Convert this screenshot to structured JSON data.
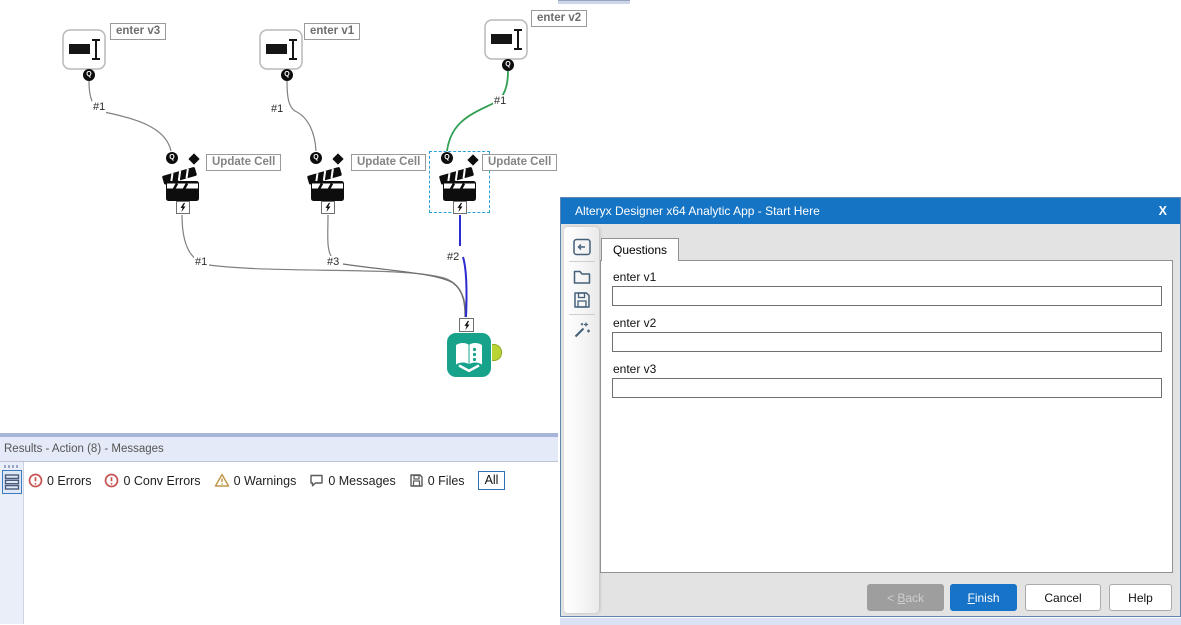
{
  "canvas": {
    "textbox_tools": [
      {
        "label": "enter v3",
        "wire_label": "#1"
      },
      {
        "label": "enter v1",
        "wire_label": "#1"
      },
      {
        "label": "enter v2",
        "wire_label": "#1"
      }
    ],
    "action_tools": [
      {
        "label": "Update Cell",
        "wire_label": "#1"
      },
      {
        "label": "Update Cell",
        "wire_label": "#3"
      },
      {
        "label": "Update Cell",
        "wire_label": "#2"
      }
    ],
    "anchor_labels": {
      "question": "Q"
    }
  },
  "results": {
    "header": "Results - Action (8) - Messages",
    "counts": [
      {
        "type": "errors",
        "label": "0 Errors"
      },
      {
        "type": "conv_errors",
        "label": "0 Conv Errors"
      },
      {
        "type": "warnings",
        "label": "0 Warnings"
      },
      {
        "type": "messages",
        "label": "0 Messages"
      },
      {
        "type": "files",
        "label": "0 Files"
      }
    ],
    "filter_all": "All"
  },
  "dialog": {
    "title": "Alteryx Designer x64 Analytic App - Start Here",
    "close_label": "X",
    "tab_label": "Questions",
    "questions": [
      {
        "label": "enter v1",
        "value": ""
      },
      {
        "label": "enter v2",
        "value": ""
      },
      {
        "label": "enter v3",
        "value": ""
      }
    ],
    "buttons": {
      "back_pre": "< ",
      "back_key": "B",
      "back_rest": "ack",
      "finish_key": "F",
      "finish_rest": "inish",
      "cancel": "Cancel",
      "help": "Help"
    }
  },
  "colors": {
    "titlebar": "#1574c4",
    "accent_blue": "#1673c7",
    "wire_green": "#2f9e51",
    "wire_blue": "#2b2bd0",
    "tool_teal": "#17a38b",
    "output_anchor_green": "#b9d435",
    "selection_dash": "#2aa0d8"
  }
}
